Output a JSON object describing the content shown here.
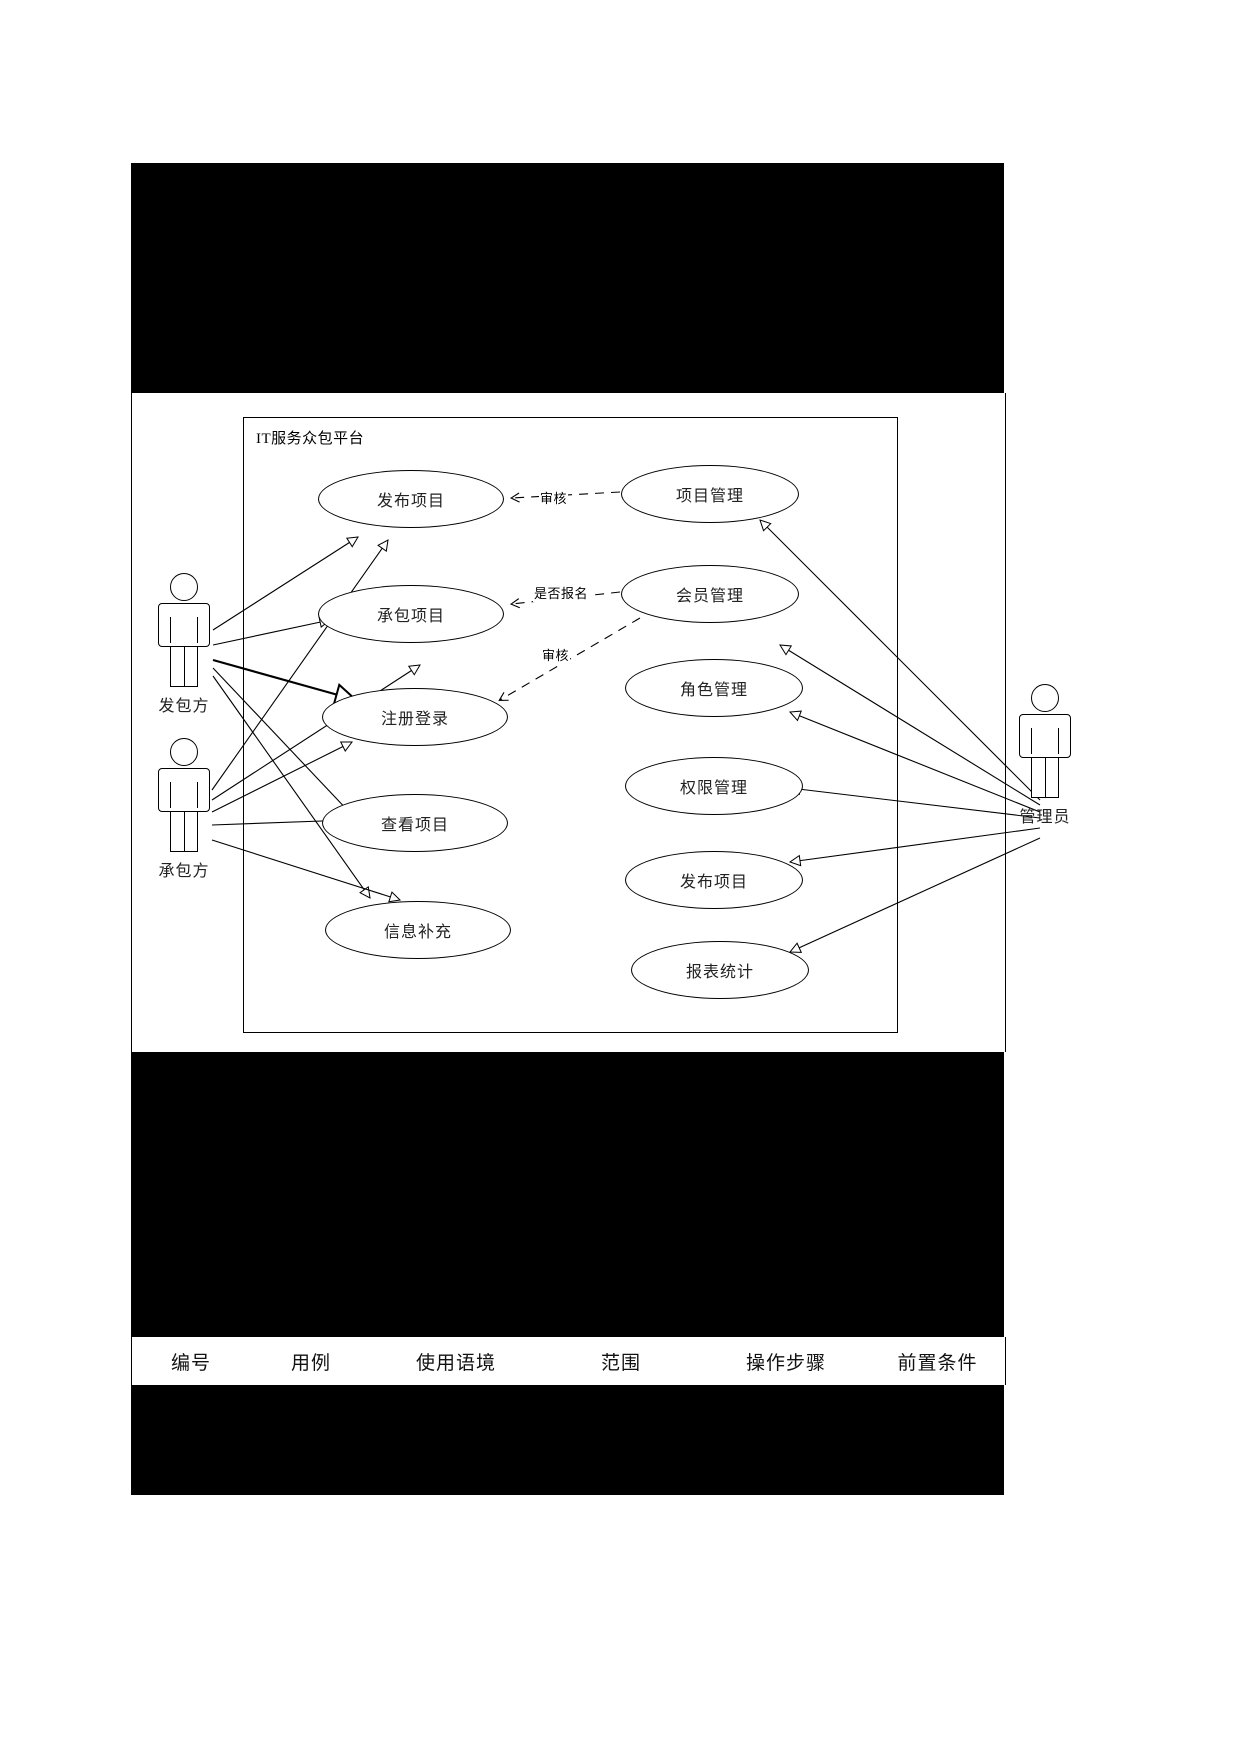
{
  "document": {
    "system_boundary_title": "IT服务众包平台"
  },
  "actors": [
    {
      "id": "publisher",
      "label": "发包方"
    },
    {
      "id": "contractor",
      "label": "承包方"
    },
    {
      "id": "admin",
      "label": "管理员"
    }
  ],
  "use_cases": [
    {
      "id": "uc-publish-project",
      "label": "发布项目"
    },
    {
      "id": "uc-contract-project",
      "label": "承包项目"
    },
    {
      "id": "uc-register-login",
      "label": "注册登录"
    },
    {
      "id": "uc-view-project",
      "label": "查看项目"
    },
    {
      "id": "uc-info-supplement",
      "label": "信息补充"
    },
    {
      "id": "uc-project-manage",
      "label": "项目管理"
    },
    {
      "id": "uc-member-manage",
      "label": "会员管理"
    },
    {
      "id": "uc-role-manage",
      "label": "角色管理"
    },
    {
      "id": "uc-permission-manage",
      "label": "权限管理"
    },
    {
      "id": "uc-admin-publish",
      "label": "发布项目"
    },
    {
      "id": "uc-report-stats",
      "label": "报表统计"
    }
  ],
  "edge_labels": [
    {
      "id": "edge-audit-project",
      "label": "审核"
    },
    {
      "id": "edge-signup",
      "label": "是否报名"
    },
    {
      "id": "edge-audit-member",
      "label": "审核"
    }
  ],
  "table": {
    "headers": [
      "编号",
      "用例",
      "使用语境",
      "范围",
      "操作步骤",
      "前置条件"
    ]
  },
  "colors": {
    "line": "#000000",
    "redaction": "#000000",
    "paper": "#ffffff"
  }
}
